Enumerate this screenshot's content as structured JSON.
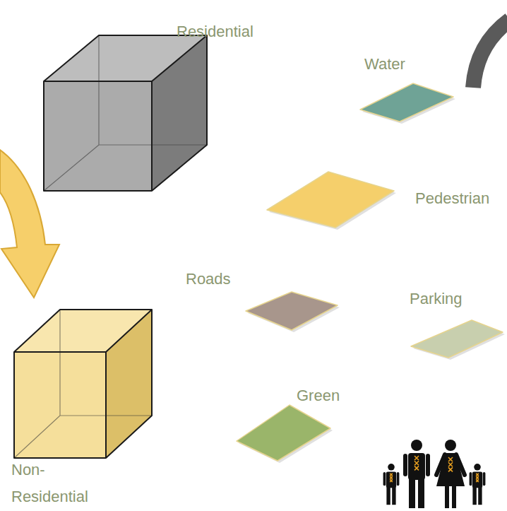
{
  "diagram": {
    "nodes": [
      {
        "text": [
          "Residential"
        ]
      },
      {
        "text": [
          "Water"
        ]
      },
      {
        "text": [
          "Pedestrian"
        ]
      },
      {
        "text": [
          "Roads"
        ]
      },
      {
        "text": [
          "Parking"
        ]
      },
      {
        "text": [
          "Green"
        ]
      },
      {
        "text": [
          "Non-Residential"
        ]
      }
    ]
  }
}
